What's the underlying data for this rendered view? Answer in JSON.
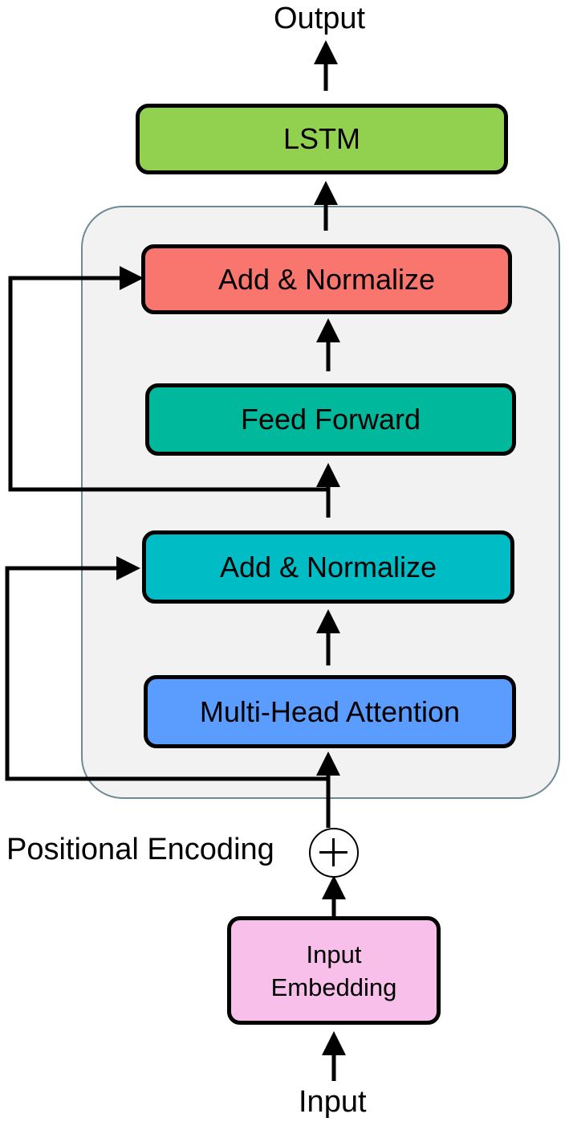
{
  "colors": {
    "lstm": "#92d050",
    "add_norm_top": "#f8766d",
    "feed_forward": "#00b89c",
    "add_norm_bottom": "#00bcc4",
    "multi_head_attention": "#5b9cff",
    "input_embedding": "#f7bfe9",
    "encoder_container": "#f2f2f2"
  },
  "labels": {
    "output": "Output",
    "input": "Input",
    "positional_encoding": "Positional Encoding"
  },
  "blocks": {
    "lstm": "LSTM",
    "add_norm_top": "Add & Normalize",
    "feed_forward": "Feed Forward",
    "add_norm_bottom": "Add & Normalize",
    "multi_head_attention": "Multi-Head Attention",
    "input_embedding_line1": "Input",
    "input_embedding_line2": "Embedding"
  },
  "icons": {
    "sum_node": "plus-circle-icon"
  }
}
